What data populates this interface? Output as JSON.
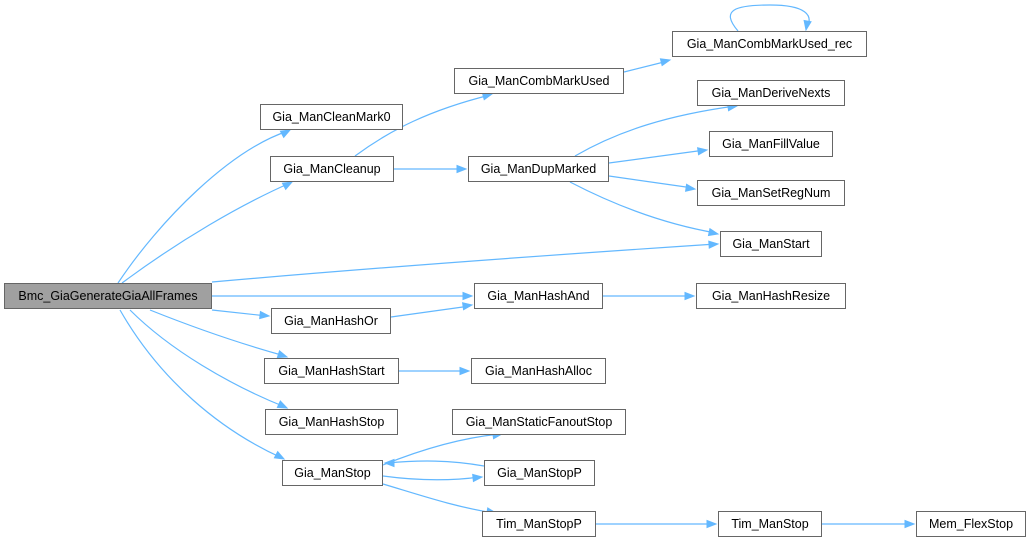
{
  "colors": {
    "edge": "#63b8ff",
    "node_border": "#666666",
    "root_fill": "#a0a0a0",
    "node_fill": "#ffffff"
  },
  "nodes": {
    "bmc": "Bmc_GiaGenerateGiaAllFrames",
    "clean_mark0": "Gia_ManCleanMark0",
    "cleanup": "Gia_ManCleanup",
    "comb_mark_used": "Gia_ManCombMarkUsed",
    "comb_mark_used_rec": "Gia_ManCombMarkUsed_rec",
    "derive_nexts": "Gia_ManDeriveNexts",
    "dup_marked": "Gia_ManDupMarked",
    "fill_value": "Gia_ManFillValue",
    "set_reg_num": "Gia_ManSetRegNum",
    "man_start": "Gia_ManStart",
    "hash_and": "Gia_ManHashAnd",
    "hash_resize": "Gia_ManHashResize",
    "hash_or": "Gia_ManHashOr",
    "hash_start": "Gia_ManHashStart",
    "hash_alloc": "Gia_ManHashAlloc",
    "hash_stop": "Gia_ManHashStop",
    "static_fanout_stop": "Gia_ManStaticFanoutStop",
    "man_stop": "Gia_ManStop",
    "man_stop_p": "Gia_ManStopP",
    "tim_stop_p": "Tim_ManStopP",
    "tim_stop": "Tim_ManStop",
    "mem_flex_stop": "Mem_FlexStop"
  }
}
